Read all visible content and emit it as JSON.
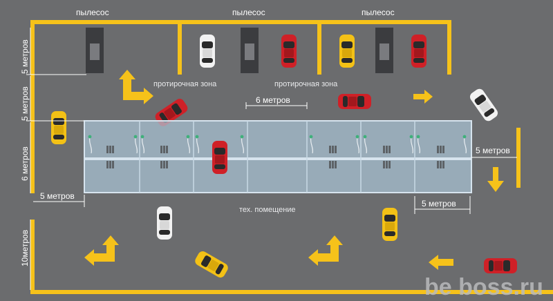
{
  "zones": {
    "vacuum_left": "пылесос",
    "vacuum_mid": "пылесос",
    "vacuum_right": "пылесос",
    "wipe_left": "протирочная зона",
    "wipe_right": "протирочная зона",
    "tech_room": "тех. помещение"
  },
  "dimensions": {
    "top_5m": "5 метров",
    "mid_5m": "5 метров",
    "mid_6m": "6 метров",
    "bottom_10m": "10метров",
    "bottom_left_5m": "5 метров",
    "center_6m": "6 метров",
    "right_5m": "5 метров",
    "bottom_right_5m": "5 метров"
  },
  "watermark": "be boss.ru",
  "colors": {
    "asphalt": "#6b6c6e",
    "marking_yellow": "#f6c21a",
    "car_red": "#cf2027",
    "car_yellow": "#f3c116",
    "car_white": "#f2f2f2",
    "pavilion": "#a9c3d6",
    "vacuum_unit": "#3b3c3f"
  }
}
